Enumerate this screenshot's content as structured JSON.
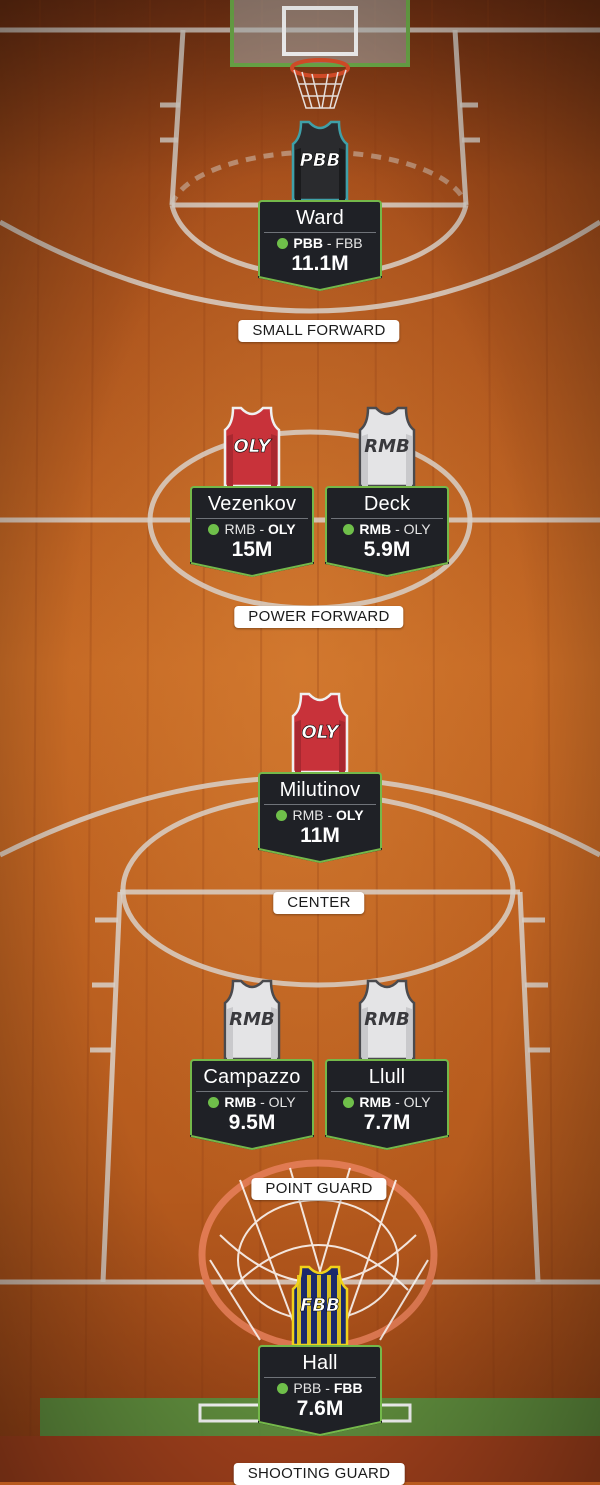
{
  "positions": {
    "small_forward": "SMALL FORWARD",
    "power_forward": "POWER FORWARD",
    "center": "CENTER",
    "point_guard": "POINT GUARD",
    "shooting_guard": "SHOOTING GUARD"
  },
  "players": {
    "ward": {
      "name": "Ward",
      "team_a": "PBB",
      "team_b": "FBB",
      "bold": "a",
      "price": "11.1M",
      "jersey": "PBB"
    },
    "vezenkov": {
      "name": "Vezenkov",
      "team_a": "RMB",
      "team_b": "OLY",
      "bold": "b",
      "price": "15M",
      "jersey": "OLY"
    },
    "deck": {
      "name": "Deck",
      "team_a": "RMB",
      "team_b": "OLY",
      "bold": "a",
      "price": "5.9M",
      "jersey": "RMB"
    },
    "milutinov": {
      "name": "Milutinov",
      "team_a": "RMB",
      "team_b": "OLY",
      "bold": "b",
      "price": "11M",
      "jersey": "OLY"
    },
    "campazzo": {
      "name": "Campazzo",
      "team_a": "RMB",
      "team_b": "OLY",
      "bold": "a",
      "price": "9.5M",
      "jersey": "RMB"
    },
    "llull": {
      "name": "Llull",
      "team_a": "RMB",
      "team_b": "OLY",
      "bold": "a",
      "price": "7.7M",
      "jersey": "RMB"
    },
    "hall": {
      "name": "Hall",
      "team_a": "PBB",
      "team_b": "FBB",
      "bold": "b",
      "price": "7.6M",
      "jersey": "FBB"
    }
  },
  "colors": {
    "card_bg": "#1f2126",
    "card_border": "#74b84a",
    "status_dot": "#6fbf4a",
    "court_wood": "#b85a1e",
    "court_lines": "#d8d0c8"
  }
}
